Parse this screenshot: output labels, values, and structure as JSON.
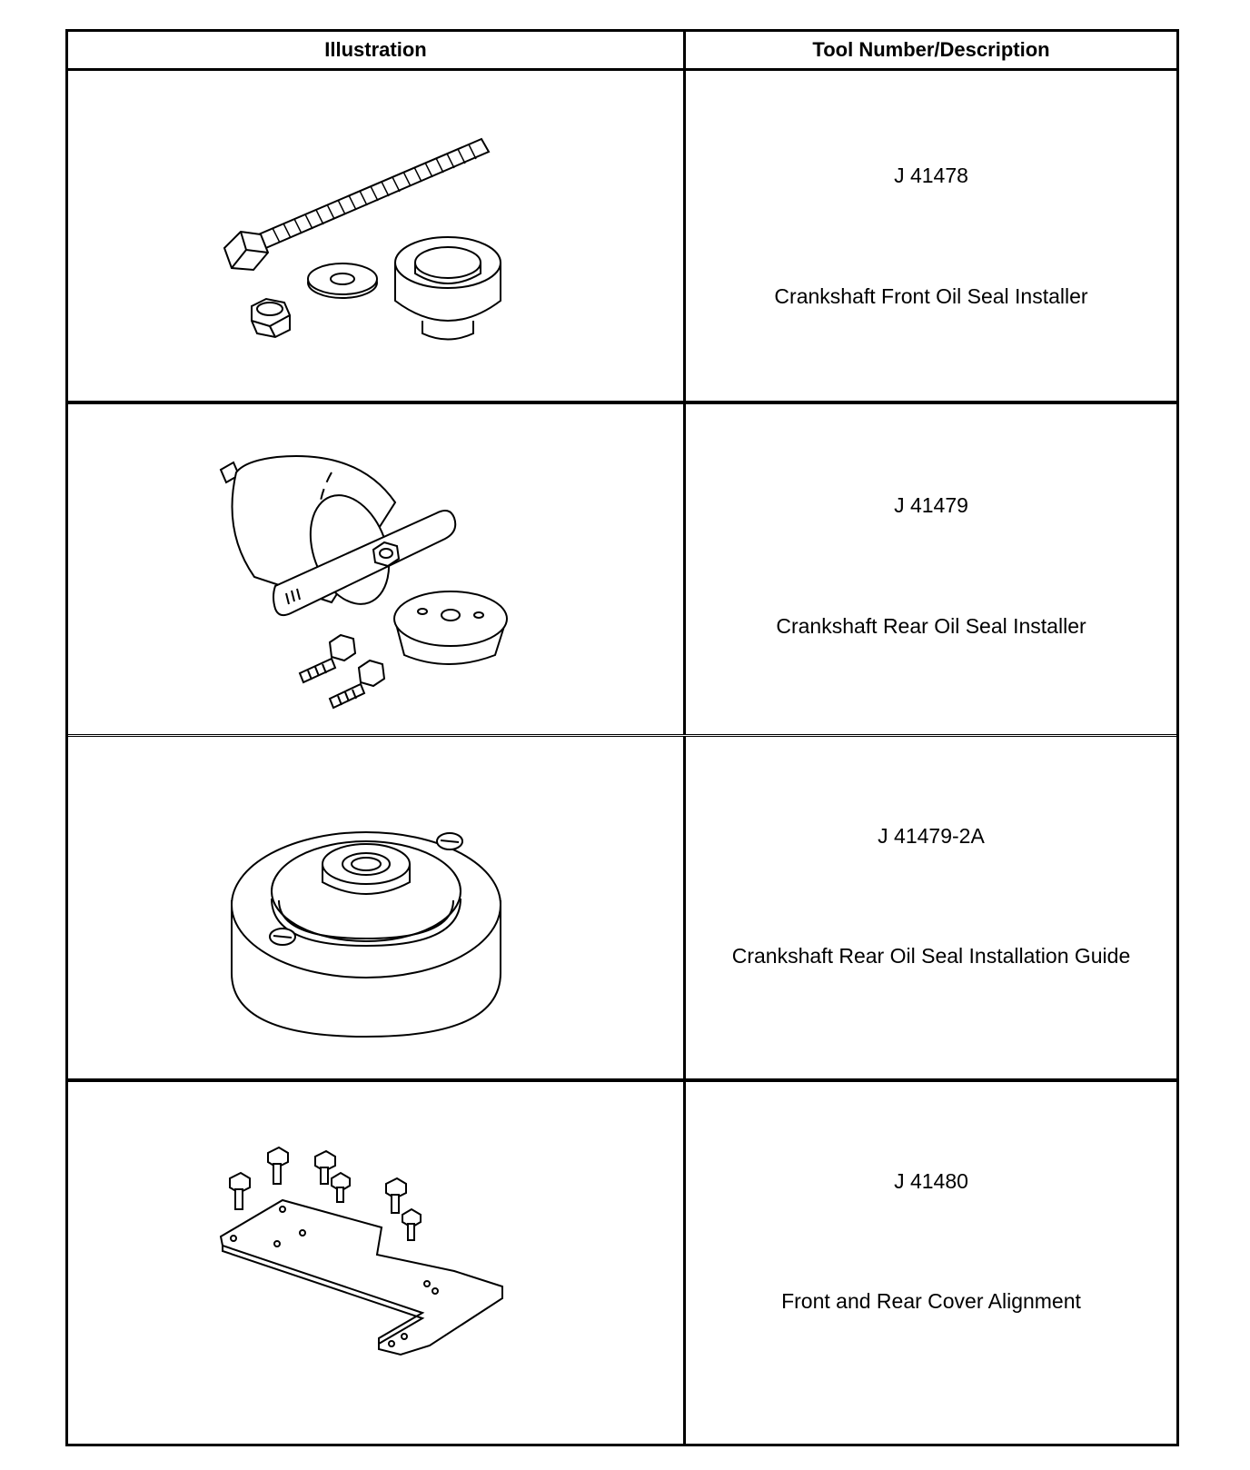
{
  "table": {
    "headers": {
      "illustration": "Illustration",
      "tool": "Tool Number/Description"
    },
    "rows": [
      {
        "tool_number": "J 41478",
        "description": "Crankshaft Front Oil Seal Installer",
        "illustration_icon": "seal-installer-bolt-washer-nut-icon"
      },
      {
        "tool_number": "J 41479",
        "description": "Crankshaft Rear Oil Seal Installer",
        "illustration_icon": "rear-seal-installer-handle-icon"
      },
      {
        "tool_number": "J 41479-2A",
        "description": "Crankshaft Rear Oil Seal Installation Guide",
        "illustration_icon": "installation-guide-disc-icon"
      },
      {
        "tool_number": "J 41480",
        "description": "Front and Rear Cover Alignment",
        "illustration_icon": "alignment-plate-bolts-icon"
      }
    ]
  }
}
